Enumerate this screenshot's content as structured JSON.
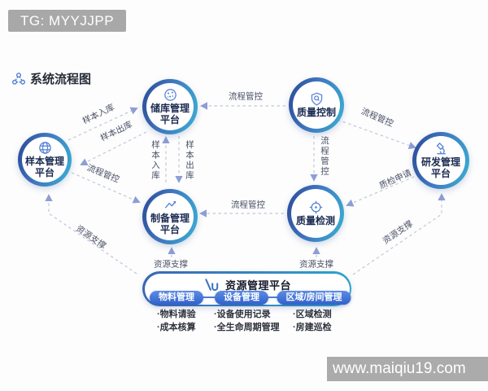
{
  "badge": {
    "text": "TG: MYYJJPP"
  },
  "header": {
    "title": "系统流程图"
  },
  "nodes": {
    "sample": {
      "line1": "样本管理",
      "line2": "平台"
    },
    "storage": {
      "line1": "储库管理",
      "line2": "平台"
    },
    "qc": {
      "line1": "质量控制",
      "line2": ""
    },
    "rd": {
      "line1": "研发管理",
      "line2": "平台"
    },
    "prep": {
      "line1": "制备管理",
      "line2": "平台"
    },
    "qt": {
      "line1": "质量检测",
      "line2": ""
    }
  },
  "edge_labels": {
    "sample_in_diag": "样本入库",
    "sample_out_diag": "样本出库",
    "qc_storage": "流程管控",
    "qc_rd": "流程管控",
    "qc_qt": "流程管控",
    "rd_qt": "质检申请",
    "qt_prep": "流程管控",
    "sample_prep": "流程管控",
    "sample_in_vert": "样本入库",
    "sample_out_vert": "样本出库",
    "support_left": "资源支撑",
    "support_prep": "资源支撑",
    "support_qt": "资源支撑",
    "support_rd": "资源支撑"
  },
  "resource_box": {
    "title": "资源管理平台",
    "columns": [
      {
        "pill": "物料管理",
        "items": [
          "·物料请验",
          "·成本核算"
        ]
      },
      {
        "pill": "设备管理",
        "items": [
          "·设备使用记录",
          "·全生命周期管理"
        ]
      },
      {
        "pill": "区域/房间管理",
        "items": [
          "·区域检测",
          "·房建巡检"
        ]
      }
    ]
  },
  "watermark": {
    "text": "www.maiqiu19.com"
  },
  "colors": {
    "ring_start": "#30539f",
    "ring_end": "#3ba6cf",
    "pill_start": "#5b8ce4",
    "pill_end": "#3161cb",
    "dash": "#bfc7db",
    "arrow": "#8d9ed5",
    "badge_bg": "#a8a8a8",
    "watermark_bg": "#ababab"
  }
}
